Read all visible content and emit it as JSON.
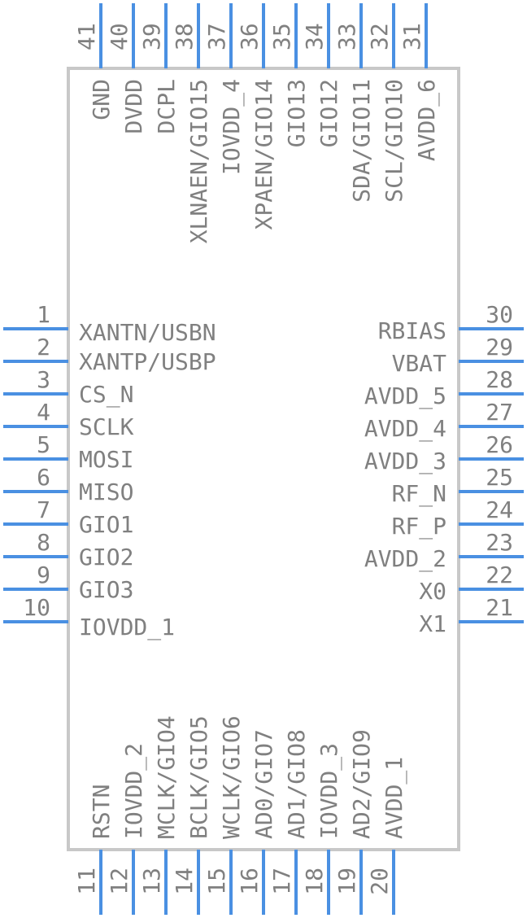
{
  "colors": {
    "pin": "#4a90e2",
    "body": "#c8c8c8",
    "text": "#808080",
    "background": "#ffffff"
  },
  "left_pins": [
    {
      "number": "1",
      "name": "XANTN/USBN"
    },
    {
      "number": "2",
      "name": "XANTP/USBP"
    },
    {
      "number": "3",
      "name": "CS_N"
    },
    {
      "number": "4",
      "name": "SCLK"
    },
    {
      "number": "5",
      "name": "MOSI"
    },
    {
      "number": "6",
      "name": "MISO"
    },
    {
      "number": "7",
      "name": "GIO1"
    },
    {
      "number": "8",
      "name": "GIO2"
    },
    {
      "number": "9",
      "name": "GIO3"
    },
    {
      "number": "10",
      "name": "IOVDD_1"
    }
  ],
  "bottom_pins": [
    {
      "number": "11",
      "name": "RSTN"
    },
    {
      "number": "12",
      "name": "IOVDD_2"
    },
    {
      "number": "13",
      "name": "MCLK/GIO4"
    },
    {
      "number": "14",
      "name": "BCLK/GIO5"
    },
    {
      "number": "15",
      "name": "WCLK/GIO6"
    },
    {
      "number": "16",
      "name": "AD0/GIO7"
    },
    {
      "number": "17",
      "name": "AD1/GIO8"
    },
    {
      "number": "18",
      "name": "IOVDD_3"
    },
    {
      "number": "19",
      "name": "AD2/GIO9"
    },
    {
      "number": "20",
      "name": "AVDD_1"
    }
  ],
  "right_pins": [
    {
      "number": "21",
      "name": "X1"
    },
    {
      "number": "22",
      "name": "X0"
    },
    {
      "number": "23",
      "name": "AVDD_2"
    },
    {
      "number": "24",
      "name": "RF_P"
    },
    {
      "number": "25",
      "name": "RF_N"
    },
    {
      "number": "26",
      "name": "AVDD_3"
    },
    {
      "number": "27",
      "name": "AVDD_4"
    },
    {
      "number": "28",
      "name": "AVDD_5"
    },
    {
      "number": "29",
      "name": "VBAT"
    },
    {
      "number": "30",
      "name": "RBIAS"
    }
  ],
  "top_pins": [
    {
      "number": "31",
      "name": "AVDD_6"
    },
    {
      "number": "32",
      "name": "SCL/GIO10"
    },
    {
      "number": "33",
      "name": "SDA/GIO11"
    },
    {
      "number": "34",
      "name": "GIO12"
    },
    {
      "number": "35",
      "name": "GIO13"
    },
    {
      "number": "36",
      "name": "XPAEN/GIO14"
    },
    {
      "number": "37",
      "name": "IOVDD_4"
    },
    {
      "number": "38",
      "name": "XLNAEN/GIO15"
    },
    {
      "number": "39",
      "name": "DCPL"
    },
    {
      "number": "40",
      "name": "DVDD"
    },
    {
      "number": "41",
      "name": "GND"
    }
  ]
}
